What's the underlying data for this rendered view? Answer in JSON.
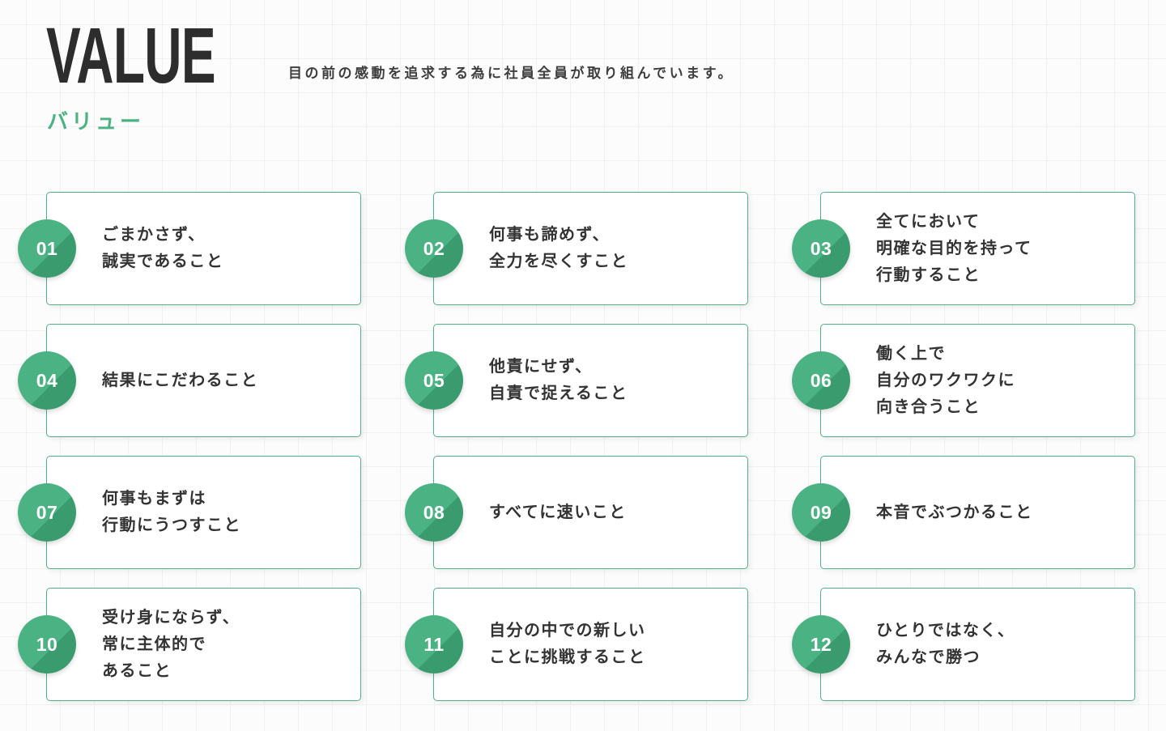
{
  "header": {
    "title": "VALUE",
    "subtitle": "バリュー",
    "description": "目の前の感動を追求する為に社員全員が取り組んでいます。"
  },
  "colors": {
    "accent": "#4bb283",
    "accent_dark": "#3a9c6e",
    "card_border": "#4fb285",
    "title_text": "#2d2d2d",
    "body_text": "#333333",
    "background": "#fcfcfc",
    "grid_line": "#f1f1f1"
  },
  "cards": [
    {
      "number": "01",
      "text": "ごまかさず、\n誠実であること"
    },
    {
      "number": "02",
      "text": "何事も諦めず、\n全力を尽くすこと"
    },
    {
      "number": "03",
      "text": "全てにおいて\n明確な目的を持って\n行動すること"
    },
    {
      "number": "04",
      "text": "結果にこだわること"
    },
    {
      "number": "05",
      "text": "他責にせず、\n自責で捉えること"
    },
    {
      "number": "06",
      "text": "働く上で\n自分のワクワクに\n向き合うこと"
    },
    {
      "number": "07",
      "text": "何事もまずは\n行動にうつすこと"
    },
    {
      "number": "08",
      "text": "すべてに速いこと"
    },
    {
      "number": "09",
      "text": "本音でぶつかること"
    },
    {
      "number": "10",
      "text": "受け身にならず、\n常に主体的で\nあること"
    },
    {
      "number": "11",
      "text": "自分の中での新しい\nことに挑戦すること"
    },
    {
      "number": "12",
      "text": "ひとりではなく、\nみんなで勝つ"
    }
  ]
}
